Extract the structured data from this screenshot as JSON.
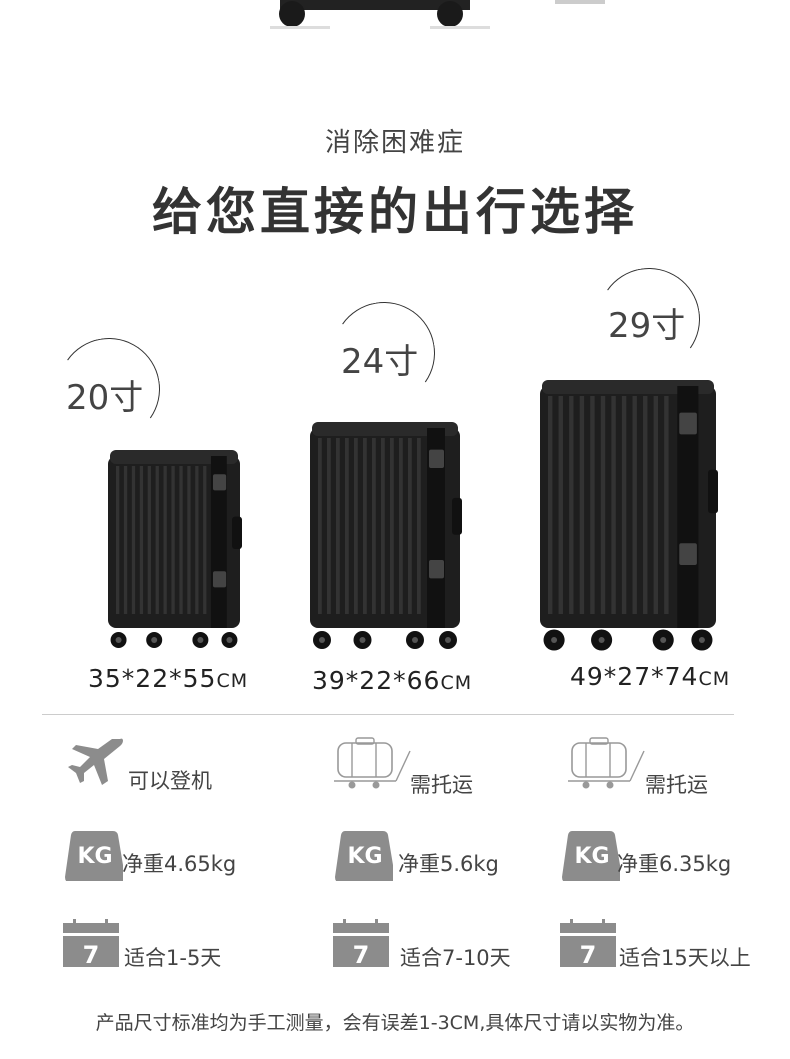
{
  "header": {
    "subtitle": "消除困难症",
    "title": "给您直接的出行选择"
  },
  "sizes": [
    {
      "label": "20寸",
      "dimensions": "35*22*55",
      "unit": "CM",
      "boarding": "可以登机",
      "boarding_icon": "airplane-icon",
      "weight": "净重4.65kg",
      "days": "适合1-5天"
    },
    {
      "label": "24寸",
      "dimensions": "39*22*66",
      "unit": "CM",
      "boarding": "需托运",
      "boarding_icon": "luggage-cart-icon",
      "weight": "净重5.6kg",
      "days": "适合7-10天"
    },
    {
      "label": "29寸",
      "dimensions": "49*27*74",
      "unit": "CM",
      "boarding": "需托运",
      "boarding_icon": "luggage-cart-icon",
      "weight": "净重6.35kg",
      "days": "适合15天以上"
    }
  ],
  "icons": {
    "kg_text": "KG",
    "calendar_text": "7"
  },
  "footer": "产品尺寸标准均为手工测量，会有误差1-3CM,具体尺寸请以实物为准。",
  "colors": {
    "icon_gray": "#8c8c8c",
    "case_black": "#1e1e1e"
  }
}
